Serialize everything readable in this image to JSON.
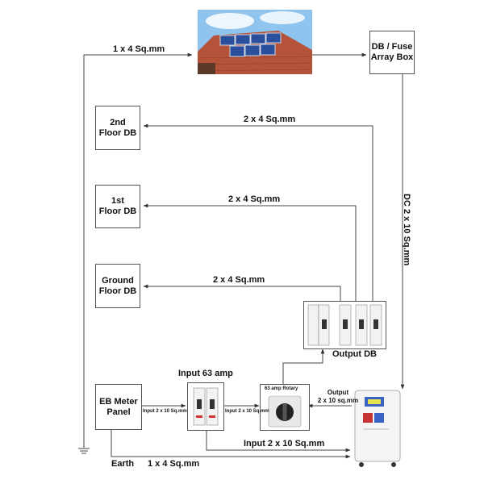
{
  "solar_panel": {
    "icon": "solar-panel-roof-icon"
  },
  "boxes": {
    "db_fuse_array": "DB / Fuse\nArray Box",
    "second_floor_db": "2nd\nFloor DB",
    "first_floor_db": "1st\nFloor DB",
    "ground_floor_db": "Ground\nFloor DB",
    "eb_meter_panel": "EB Meter\nPanel"
  },
  "labels": {
    "panel_to_db": "1 x 4 Sq.mm",
    "second_floor_cable": "2 x 4 Sq.mm",
    "first_floor_cable": "2 x 4 Sq.mm",
    "ground_floor_cable": "2 x 4 Sq.mm",
    "dc_cable": "DC 2 x 10 Sq.mm",
    "output_db": "Output DB",
    "input_63_amp": "Input 63 amp",
    "rotary_label": "63 amp Rotary",
    "output_line1": "Output",
    "output_line2": "2 x 10 sq.mm",
    "eb_to_mcb": "Input 2 x 10 Sq.mm",
    "mcb_to_rotary": "Input 2 x 10 Sq.mm",
    "mcb_to_inverter": "Input 2 x 10 Sq.mm",
    "earth": "Earth",
    "earth_cable": "1 x 4 Sq.mm"
  },
  "inverter": {
    "icon": "inverter-unit-icon",
    "badge_color": "#3a63c8"
  },
  "colors": {
    "line": "#444444",
    "sky": "#8ec4ee",
    "roof": "#b5533a",
    "panel": "#2a4f9c"
  }
}
